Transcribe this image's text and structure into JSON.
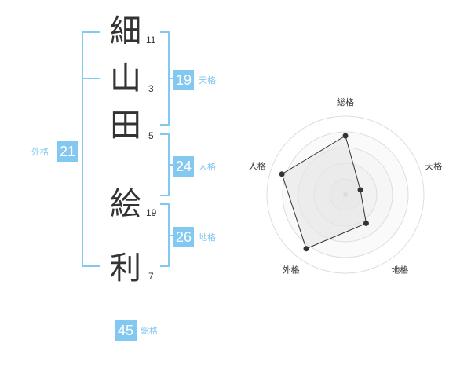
{
  "name": {
    "characters": [
      {
        "char": "細",
        "strokes": "11"
      },
      {
        "char": "山",
        "strokes": "3"
      },
      {
        "char": "田",
        "strokes": "5"
      },
      {
        "char": "絵",
        "strokes": "19"
      },
      {
        "char": "利",
        "strokes": "7"
      }
    ]
  },
  "fortune": {
    "tenkaku": {
      "label": "天格",
      "value": "19"
    },
    "jinkaku": {
      "label": "人格",
      "value": "24"
    },
    "chikaku": {
      "label": "地格",
      "value": "26"
    },
    "gaikaku": {
      "label": "外格",
      "value": "21"
    },
    "soukaku": {
      "label": "総格",
      "value": "45"
    }
  },
  "colors": {
    "accent": "#82c8f0",
    "text": "#333333",
    "radar_fill": "#f2f2f2",
    "grid": "#dddddd"
  },
  "chart_data": {
    "type": "radar",
    "axes": [
      "総格",
      "天格",
      "地格",
      "外格",
      "人格"
    ],
    "values": [
      0.75,
      0.2,
      0.45,
      0.85,
      0.85
    ],
    "max": 1
  }
}
